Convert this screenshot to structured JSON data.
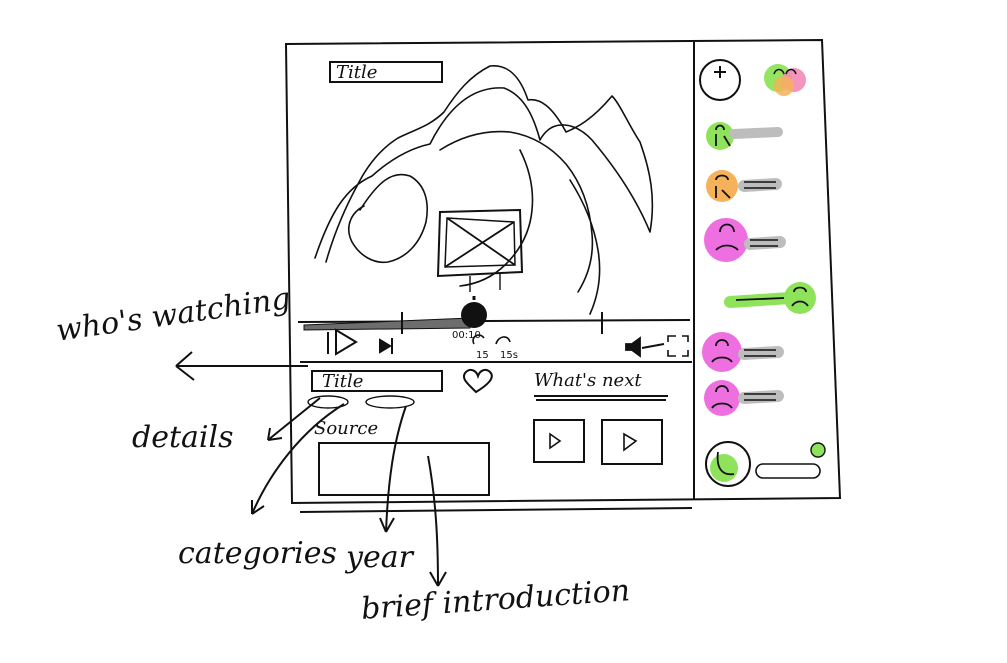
{
  "player": {
    "title": "Title",
    "timestamp": "00:10",
    "back_seek": "15",
    "forward_seek": "15s"
  },
  "details": {
    "title": "Title",
    "source": "Source",
    "whats_next": "What's next"
  },
  "annotations": {
    "whos_watching": "who's watching",
    "details": "details",
    "categories": "categories",
    "year": "year",
    "brief_introduction": "brief introduction"
  },
  "icons": {
    "video_placeholder": "image-placeholder-icon",
    "play": "play-icon",
    "next": "skip-next-icon",
    "volume": "volume-icon",
    "fullscreen": "fullscreen-icon",
    "like": "heart-icon",
    "add_user": "add-user-icon",
    "group": "group-icon",
    "user": "user-avatar-icon",
    "chat": "chat-icon"
  },
  "colors": {
    "green": "#8fe35a",
    "orange": "#f5b25b",
    "magenta": "#ee6fe0",
    "gray": "#bdbdbd",
    "pink": "#f28ab6",
    "ink": "#111111"
  }
}
